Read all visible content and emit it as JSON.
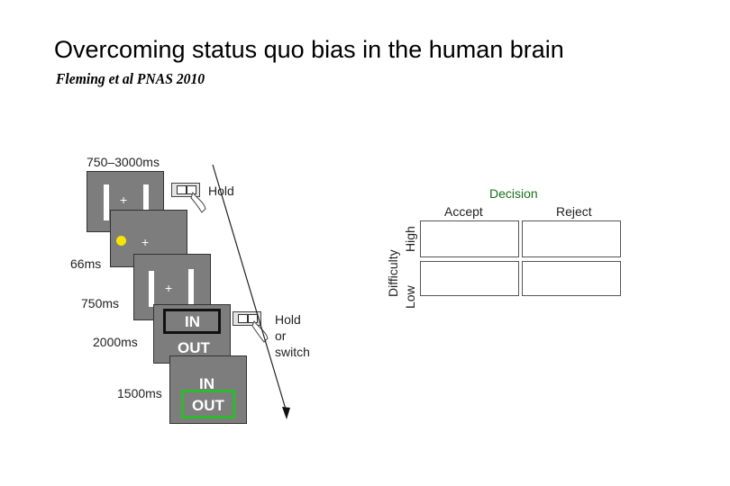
{
  "header": {
    "title": "Overcoming status quo bias in the human brain",
    "citation": "Fleming et al PNAS 2010"
  },
  "timeline": {
    "durations": [
      "750–3000ms",
      "66ms",
      "750ms",
      "2000ms",
      "1500ms"
    ],
    "responses": [
      "Hold",
      "Hold\nor\nswitch"
    ],
    "screen_words": {
      "in": "IN",
      "out": "OUT",
      "plus": "+"
    },
    "colors": {
      "screen": "#7d7d7d",
      "highlight_box": "#2dbb2d",
      "cue_dot": "#f5e600"
    }
  },
  "design_grid": {
    "title": "Decision",
    "columns": [
      "Accept",
      "Reject"
    ],
    "row_axis": "Difficulty",
    "rows": [
      "High",
      "Low"
    ],
    "colors": {
      "title": "#1a6e1a"
    }
  }
}
